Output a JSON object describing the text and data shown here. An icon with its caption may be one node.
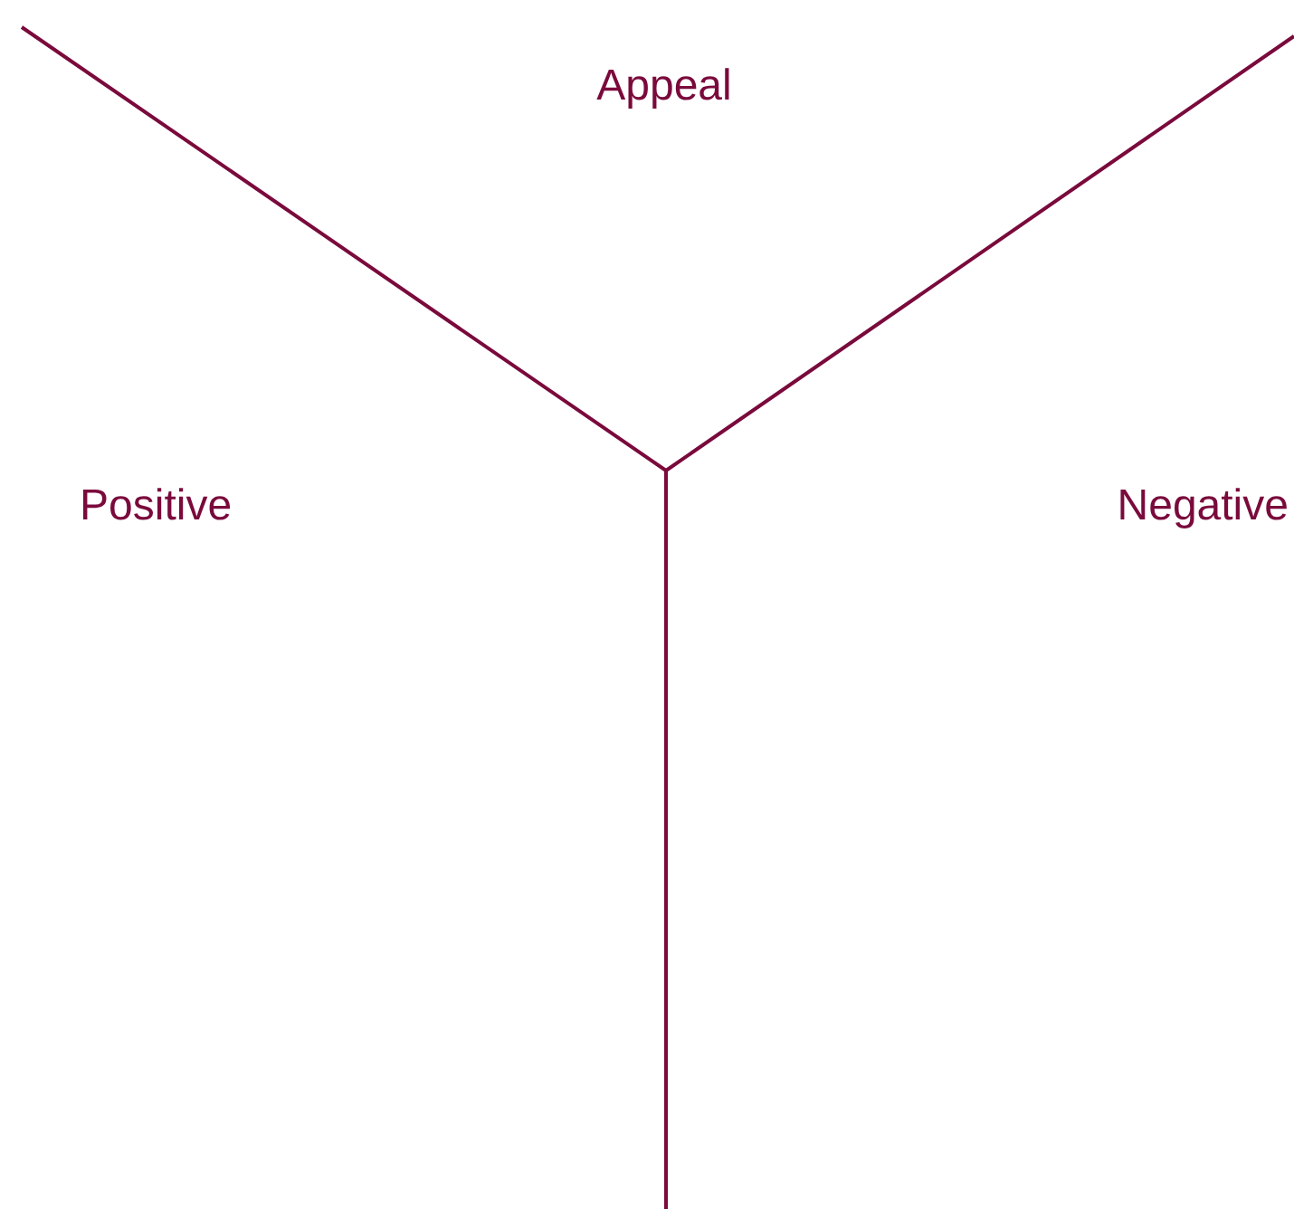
{
  "diagram": {
    "labels": [
      "Appeal",
      "Positive",
      "Negative"
    ]
  }
}
